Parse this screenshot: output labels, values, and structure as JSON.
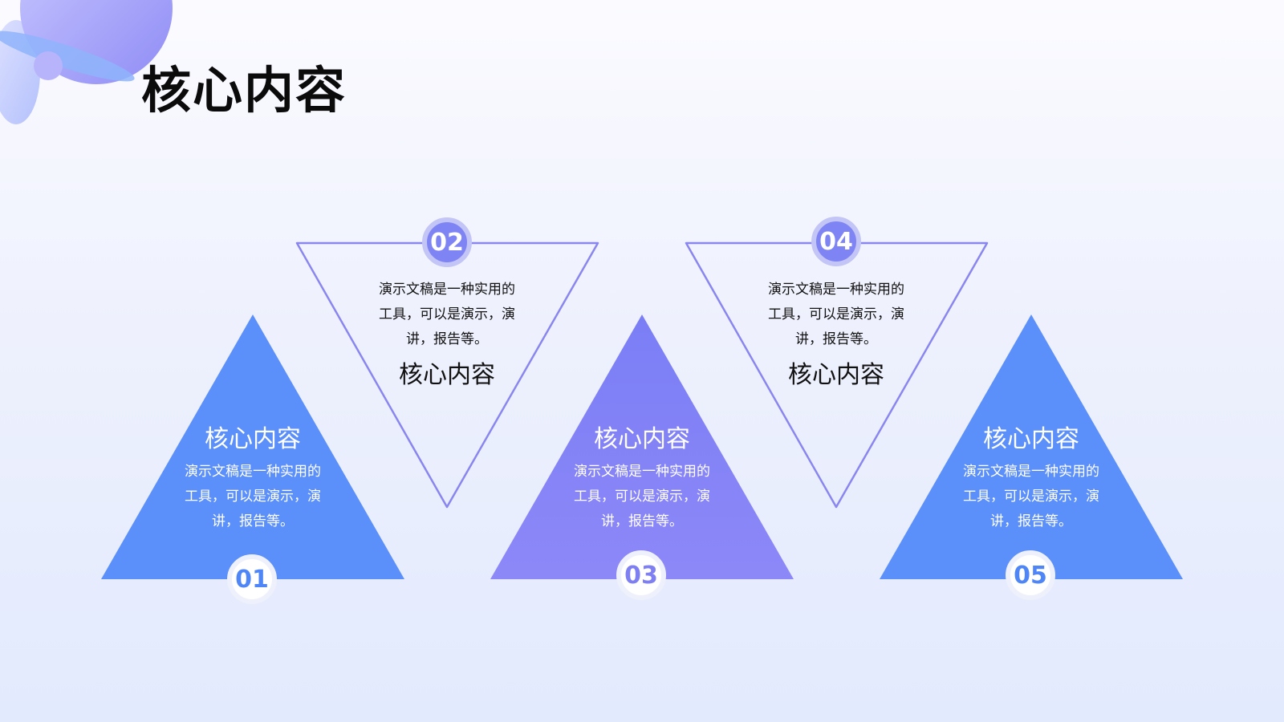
{
  "slide": {
    "title": "核心内容"
  },
  "colors": {
    "blue": "#5b8ff9",
    "purple": "#8a86f7",
    "outline": "#8a86f0"
  },
  "items": [
    {
      "number": "01",
      "heading": "核心内容",
      "text_lines": [
        "演示文稿是一种实用的",
        "工具，可以是演示，演",
        "讲，报告等。"
      ]
    },
    {
      "number": "02",
      "heading": "核心内容",
      "text_lines": [
        "演示文稿是一种实用的",
        "工具，可以是演示，演",
        "讲，报告等。"
      ]
    },
    {
      "number": "03",
      "heading": "核心内容",
      "text_lines": [
        "演示文稿是一种实用的",
        "工具，可以是演示，演",
        "讲，报告等。"
      ]
    },
    {
      "number": "04",
      "heading": "核心内容",
      "text_lines": [
        "演示文稿是一种实用的",
        "工具，可以是演示，演",
        "讲，报告等。"
      ]
    },
    {
      "number": "05",
      "heading": "核心内容",
      "text_lines": [
        "演示文稿是一种实用的",
        "工具，可以是演示，演",
        "讲，报告等。"
      ]
    }
  ]
}
